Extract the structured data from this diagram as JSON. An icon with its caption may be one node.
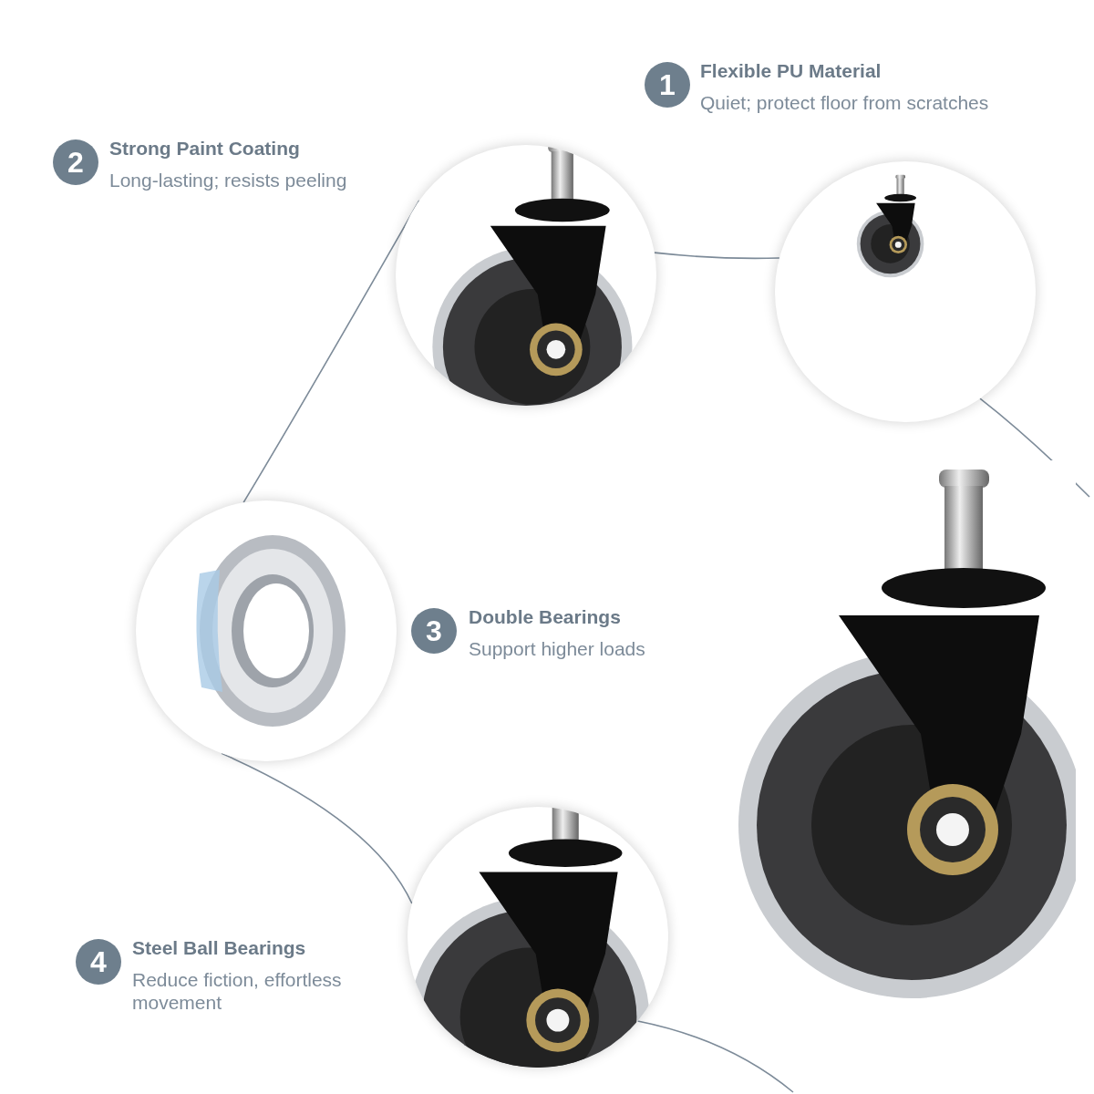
{
  "diagram": {
    "nodes": [
      {
        "text": [
          "1"
        ],
        "beside": [
          "Flexible PU Material",
          "Quiet; protect floor from scratches"
        ]
      },
      {
        "text": [
          "2"
        ],
        "beside": [
          "Strong Paint Coating",
          "Long-lasting; resists peeling"
        ]
      },
      {
        "text": [],
        "shape": "picture"
      },
      {
        "text": [],
        "shape": "picture"
      },
      {
        "text": [],
        "shape": "picture"
      },
      {
        "text": [
          "3"
        ],
        "beside": [
          "Double Bearings",
          "Support higher loads"
        ]
      },
      {
        "text": [],
        "shape": "picture"
      },
      {
        "text": [],
        "shape": "picture"
      },
      {
        "text": [
          "4"
        ],
        "beside": [
          "Steel Ball Bearings",
          "Reduce fiction, effortless movement"
        ]
      }
    ],
    "edges": [
      {
        "from": 2,
        "to": 3,
        "arrow": "none"
      },
      {
        "from": 2,
        "to": 4,
        "arrow": "none"
      },
      {
        "from": 4,
        "to": 7,
        "arrow": "none"
      },
      {
        "from": 3,
        "to": null,
        "arrow": "none"
      },
      {
        "from": 7,
        "to": null,
        "arrow": "none"
      }
    ]
  }
}
